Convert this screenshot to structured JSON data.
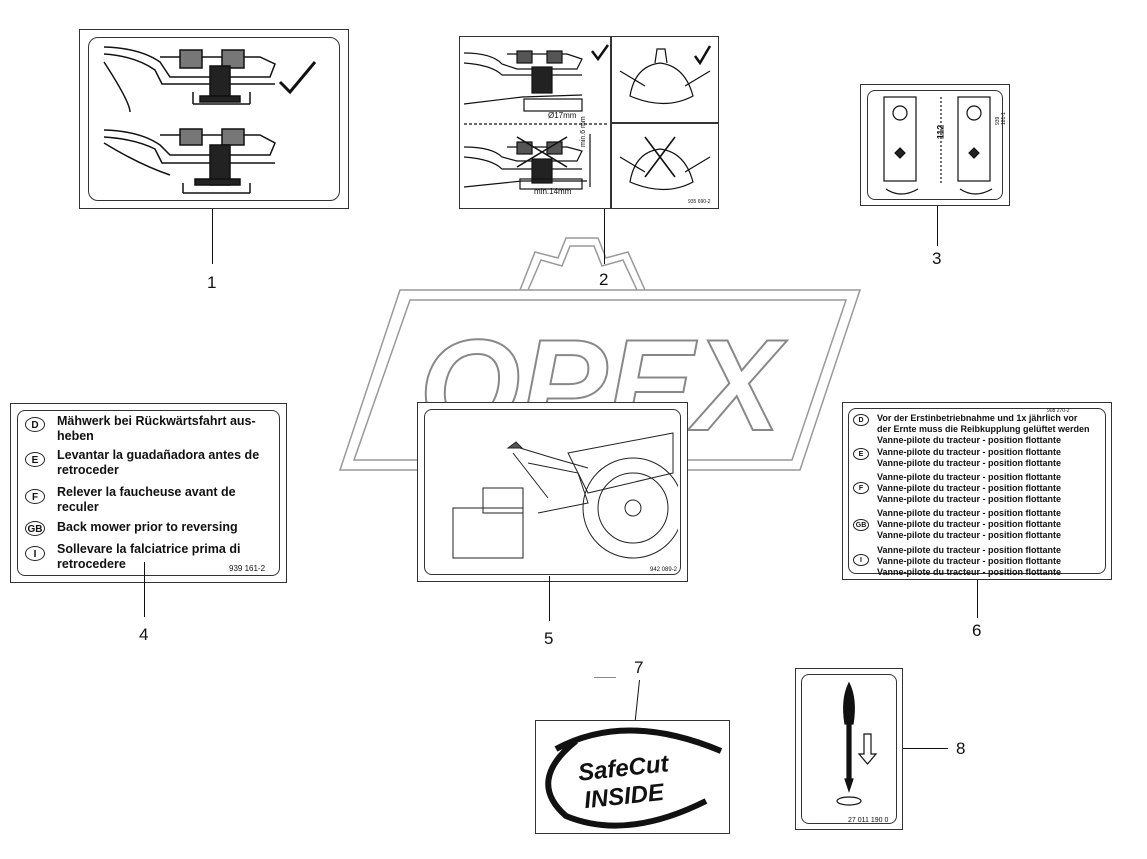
{
  "callouts": [
    "1",
    "2",
    "3",
    "4",
    "5",
    "6",
    "7",
    "8"
  ],
  "watermark": "OPEX",
  "label1": {},
  "label2": {
    "dim1": "Ø17mm",
    "dim2": "min.14mm",
    "dim3": "min.6 mm",
    "code": "935 690-2"
  },
  "label3": {
    "dim": "112",
    "code": "939 181-1"
  },
  "label4": {
    "items": [
      {
        "code": "D",
        "text": [
          "Mähwerk bei Rückwärtsfahrt aus-",
          "heben"
        ]
      },
      {
        "code": "E",
        "text": [
          "Levantar la guadañadora antes de",
          "retroceder"
        ]
      },
      {
        "code": "F",
        "text": [
          "Relever la faucheuse avant de",
          "reculer"
        ]
      },
      {
        "code": "GB",
        "text": [
          "Back mower prior to reversing"
        ]
      },
      {
        "code": "I",
        "text": [
          "Sollevare la falciatrice prima di",
          "retrocedere"
        ]
      }
    ],
    "code": "939 161-2"
  },
  "label5": {
    "code": "942 089-2"
  },
  "label6": {
    "code": "908 270-2",
    "items": [
      {
        "code": "D",
        "text": [
          "Vor der Erstinbetriebnahme und 1x jährlich vor",
          "der Ernte muss die Reibkupplung gelüftet werden"
        ]
      },
      {
        "code": "E",
        "text": [
          "Vanne-pilote du tracteur - position flottante",
          "Vanne-pilote du tracteur - position flottante",
          "Vanne-pilote du tracteur - position flottante"
        ]
      },
      {
        "code": "F",
        "text": [
          "Vanne-pilote du tracteur - position flottante",
          "Vanne-pilote du tracteur - position flottante",
          "Vanne-pilote du tracteur - position flottante"
        ]
      },
      {
        "code": "GB",
        "text": [
          "Vanne-pilote du tracteur - position flottante",
          "Vanne-pilote du tracteur - position flottante",
          "Vanne-pilote du tracteur - position flottante"
        ]
      },
      {
        "code": "I",
        "text": [
          "Vanne-pilote du tracteur - position flottante",
          "Vanne-pilote du tracteur - position flottante",
          "Vanne-pilote du tracteur - position flottante"
        ]
      }
    ]
  },
  "label7": {
    "line1": "SafeCut",
    "line2": "INSIDE"
  },
  "label8": {
    "code": "27 011 190 0"
  }
}
